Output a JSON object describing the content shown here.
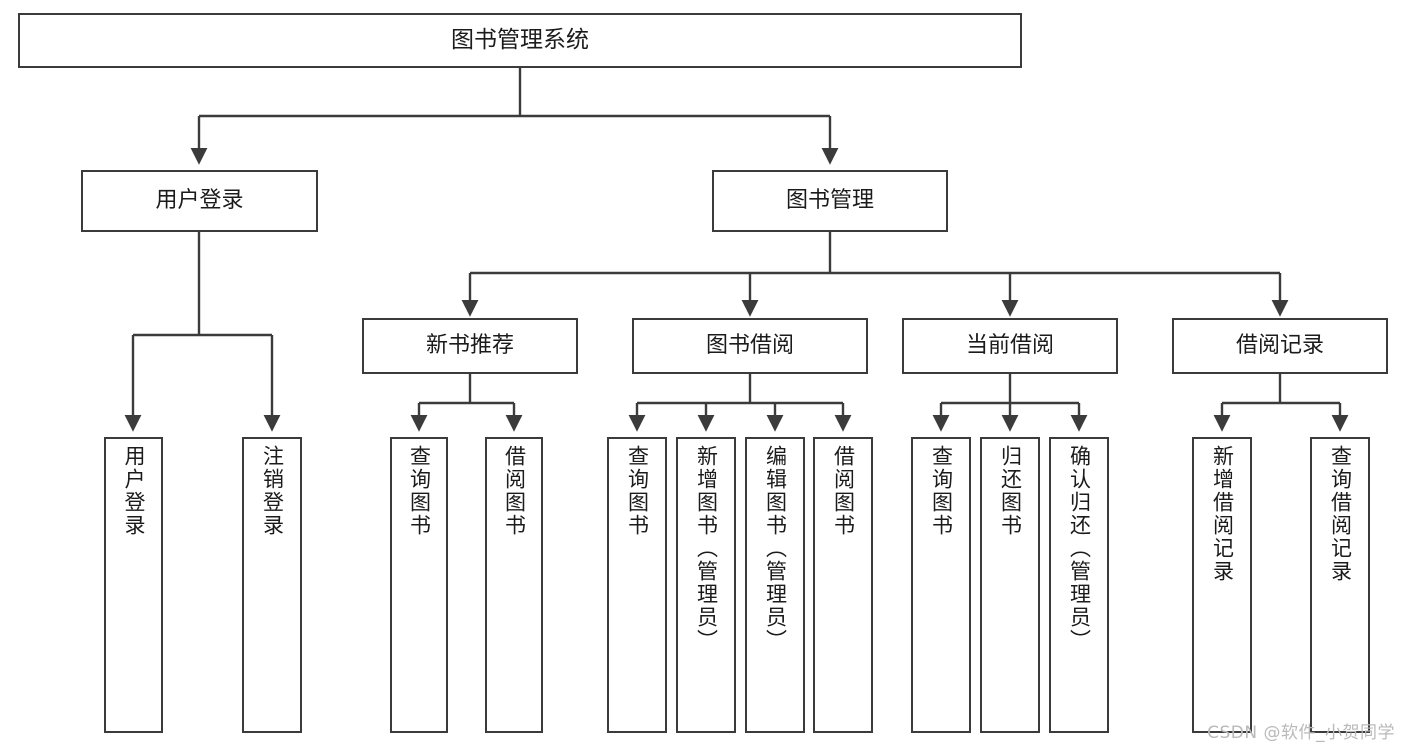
{
  "diagram": {
    "title": "图书管理系统",
    "type": "tree-hierarchy",
    "watermark": "CSDN @软件_小贺同学",
    "colors": {
      "box_border": "#3b3b3b",
      "box_fill": "#ffffff",
      "connector": "#3b3b3b",
      "text": "#1b1b1b",
      "watermark": "#b9b9b9"
    },
    "nodes": {
      "root": {
        "label": "图书管理系统"
      },
      "level2": [
        {
          "id": "user-login",
          "label": "用户登录"
        },
        {
          "id": "book-management",
          "label": "图书管理"
        }
      ],
      "level3": [
        {
          "id": "new-book-recommend",
          "label": "新书推荐"
        },
        {
          "id": "book-borrow",
          "label": "图书借阅"
        },
        {
          "id": "current-borrow",
          "label": "当前借阅"
        },
        {
          "id": "borrow-record",
          "label": "借阅记录"
        }
      ],
      "leaves": {
        "user_login": [
          {
            "id": "leaf-user-login",
            "label": "用户登录"
          },
          {
            "id": "leaf-logout-login",
            "label": "注销登录"
          }
        ],
        "new_book_recommend": [
          {
            "id": "leaf-query-book-1",
            "label": "查询图书"
          },
          {
            "id": "leaf-borrow-book-1",
            "label": "借阅图书"
          }
        ],
        "book_borrow": [
          {
            "id": "leaf-query-book-2",
            "label": "查询图书"
          },
          {
            "id": "leaf-add-book",
            "label": "新增图书（管理员）"
          },
          {
            "id": "leaf-edit-book",
            "label": "编辑图书（管理员）"
          },
          {
            "id": "leaf-borrow-book-2",
            "label": "借阅图书"
          }
        ],
        "current_borrow": [
          {
            "id": "leaf-query-book-3",
            "label": "查询图书"
          },
          {
            "id": "leaf-return-book",
            "label": "归还图书"
          },
          {
            "id": "leaf-confirm-return",
            "label": "确认归还（管理员）"
          }
        ],
        "borrow_record": [
          {
            "id": "leaf-add-borrow-record",
            "label": "新增借阅记录"
          },
          {
            "id": "leaf-query-borrow-record",
            "label": "查询借阅记录"
          }
        ]
      }
    }
  }
}
